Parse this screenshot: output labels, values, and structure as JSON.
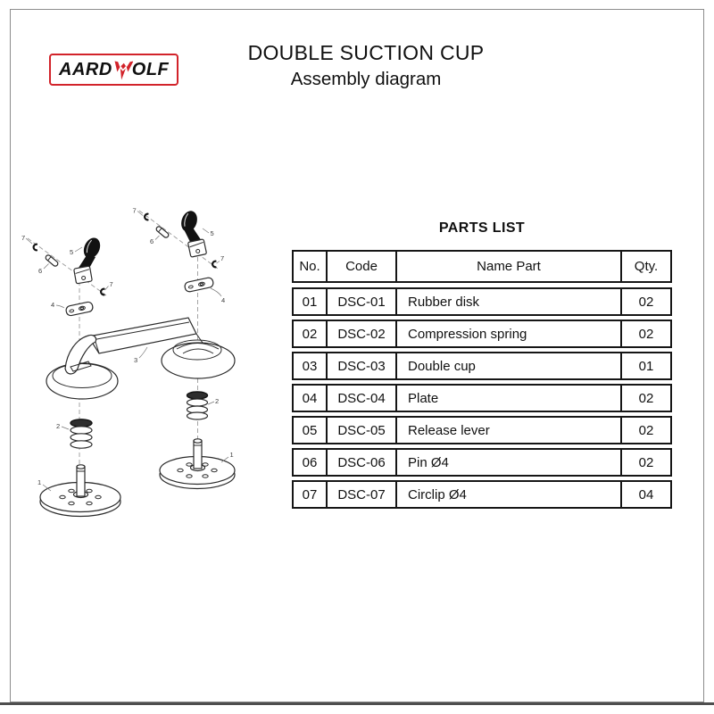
{
  "page": {
    "title": "DOUBLE SUCTION CUP",
    "subtitle": "Assembly diagram"
  },
  "logo": {
    "text_before_w": "AARD",
    "text_after_w": "OLF",
    "brand_color": "#d2232a"
  },
  "parts_list": {
    "heading": "PARTS LIST",
    "columns": {
      "no": "No.",
      "code": "Code",
      "name": "Name Part",
      "qty": "Qty."
    },
    "rows": [
      {
        "no": "01",
        "code": "DSC-01",
        "name": "Rubber disk",
        "qty": "02"
      },
      {
        "no": "02",
        "code": "DSC-02",
        "name": "Compression spring",
        "qty": "02"
      },
      {
        "no": "03",
        "code": "DSC-03",
        "name": "Double cup",
        "qty": "01"
      },
      {
        "no": "04",
        "code": "DSC-04",
        "name": "Plate",
        "qty": "02"
      },
      {
        "no": "05",
        "code": "DSC-05",
        "name": "Release lever",
        "qty": "02"
      },
      {
        "no": "06",
        "code": "DSC-06",
        "name": "Pin Ø4",
        "qty": "02"
      },
      {
        "no": "07",
        "code": "DSC-07",
        "name": "Circlip Ø4",
        "qty": "04"
      }
    ]
  },
  "diagram": {
    "callout_labels": {
      "rubber_disk": "1",
      "compression_spring": "2",
      "double_cup": "3",
      "plate": "4",
      "release_lever": "5",
      "pin": "6",
      "circlip": "7"
    }
  }
}
